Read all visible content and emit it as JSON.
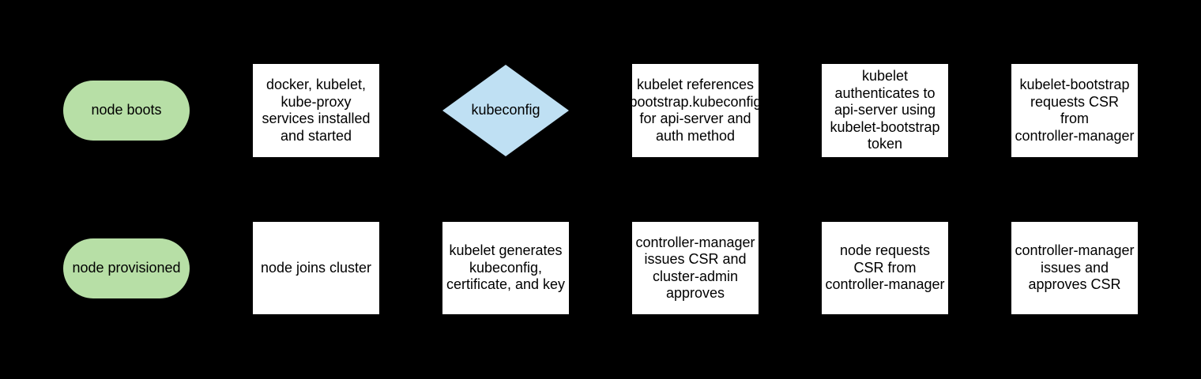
{
  "diagram": {
    "type": "flowchart",
    "background_color": "#000000",
    "colors": {
      "terminator_fill": "#b7dfa6",
      "decision_fill": "#bfe0f3",
      "process_fill": "#ffffff",
      "text": "#000000"
    },
    "nodes": [
      {
        "id": "node-boots",
        "shape": "terminator",
        "row": 1,
        "col": 1,
        "label": "node boots"
      },
      {
        "id": "services-installed",
        "shape": "process",
        "row": 1,
        "col": 2,
        "label": "docker, kubelet,\nkube-proxy\nservices installed\nand started"
      },
      {
        "id": "kubeconfig-decision",
        "shape": "decision",
        "row": 1,
        "col": 3,
        "label": "kubeconfig"
      },
      {
        "id": "references-bootstrap",
        "shape": "process",
        "row": 1,
        "col": 4,
        "label": "kubelet references\nbootstrap.kubeconfig\nfor api-server and\nauth method"
      },
      {
        "id": "authenticates",
        "shape": "process",
        "row": 1,
        "col": 5,
        "label": "kubelet\nauthenticates to\napi-server using\nkubelet-bootstrap\ntoken"
      },
      {
        "id": "bootstrap-requests-csr",
        "shape": "process",
        "row": 1,
        "col": 6,
        "label": "kubelet-bootstrap\nrequests CSR\nfrom\ncontroller-manager"
      },
      {
        "id": "node-provisioned",
        "shape": "terminator",
        "row": 2,
        "col": 1,
        "label": "node provisioned"
      },
      {
        "id": "node-joins-cluster",
        "shape": "process",
        "row": 2,
        "col": 2,
        "label": "node joins cluster"
      },
      {
        "id": "kubelet-generates",
        "shape": "process",
        "row": 2,
        "col": 3,
        "label": "kubelet generates\nkubeconfig,\ncertificate, and key"
      },
      {
        "id": "cm-issues-admin-approves",
        "shape": "process",
        "row": 2,
        "col": 4,
        "label": "controller-manager\nissues CSR and\ncluster-admin\napproves"
      },
      {
        "id": "node-requests-csr",
        "shape": "process",
        "row": 2,
        "col": 5,
        "label": "node requests\nCSR from\ncontroller-manager"
      },
      {
        "id": "cm-issues-approves",
        "shape": "process",
        "row": 2,
        "col": 6,
        "label": "controller-manager\nissues and\napproves CSR"
      }
    ]
  }
}
